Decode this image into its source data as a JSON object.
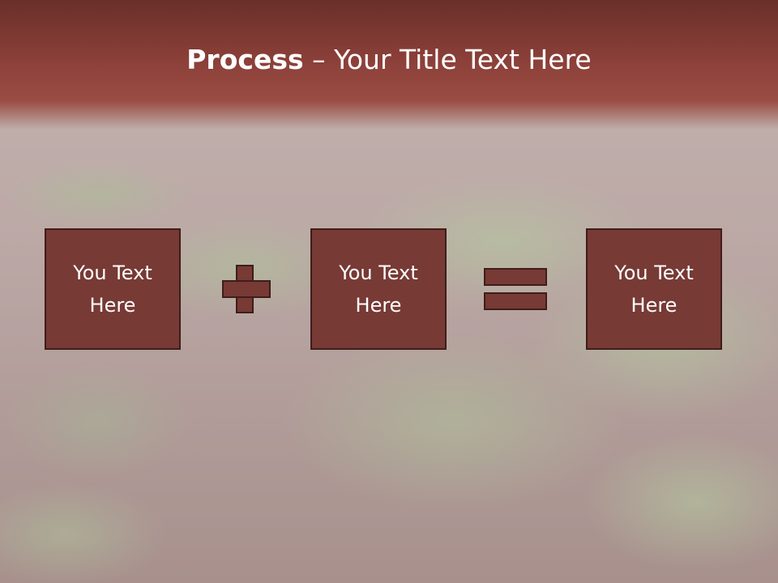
{
  "slide": {
    "title_bold": "Process",
    "title_rest": " – Your Title Text Here",
    "boxes": [
      {
        "text": "You Text\nHere"
      },
      {
        "text": "You Text\nHere"
      },
      {
        "text": "You Text\nHere"
      }
    ],
    "operators": [
      "plus-icon",
      "equals-icon"
    ]
  },
  "colors": {
    "title_band": "#8a3f38",
    "box_fill": "#773a35",
    "box_border": "#3f1d1a",
    "text": "#ffffff"
  }
}
